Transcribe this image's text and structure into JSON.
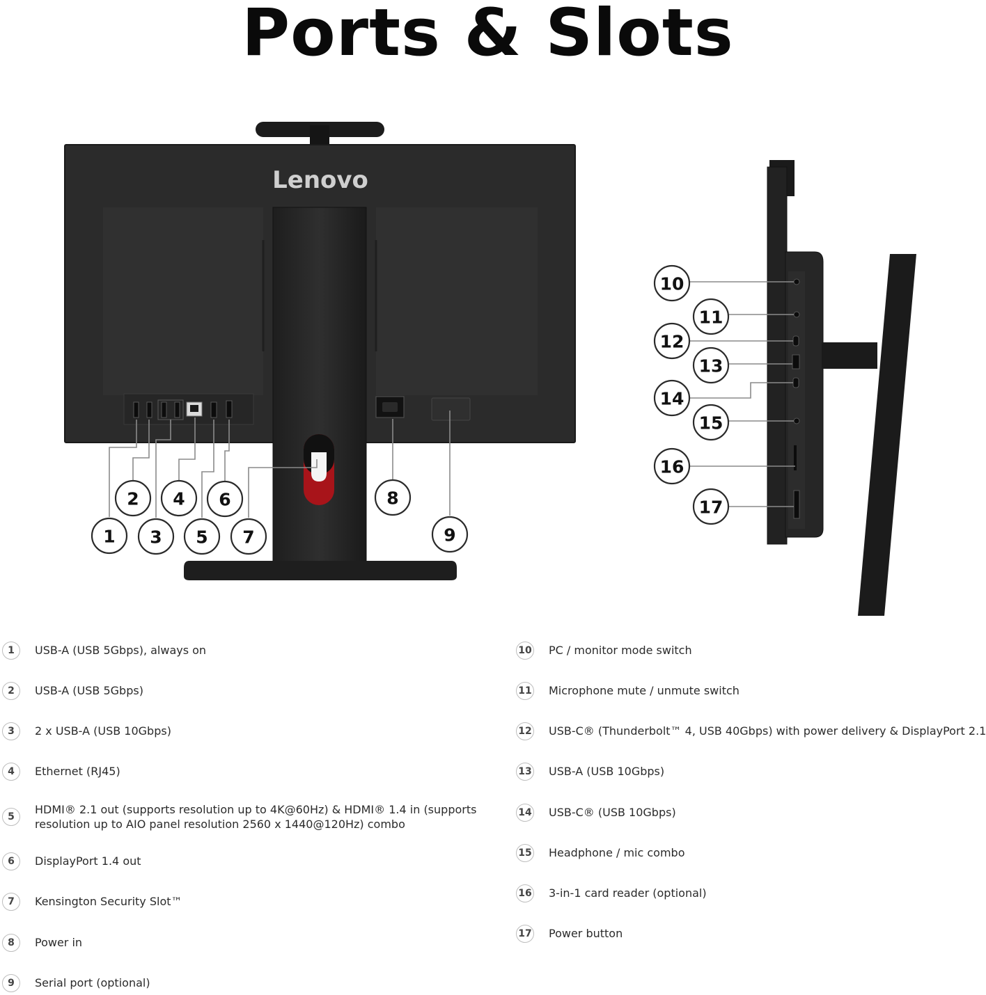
{
  "title": "Ports & Slots",
  "brand": "Lenovo",
  "colors": {
    "body": "#2b2b2b",
    "accent_red": "#b51a1a",
    "callout_border": "#2a2a2a",
    "leader_line": "#8a8a8a"
  },
  "ports": [
    {
      "number": "1",
      "label": "USB-A (USB 5Gbps), always on"
    },
    {
      "number": "2",
      "label": "USB-A (USB 5Gbps)"
    },
    {
      "number": "3",
      "label": "2 x USB-A (USB 10Gbps)"
    },
    {
      "number": "4",
      "label": "Ethernet (RJ45)"
    },
    {
      "number": "5",
      "label": "HDMI® 2.1 out (supports resolution up to 4K@60Hz) & HDMI® 1.4 in (supports resolution up to AIO panel resolution 2560 x 1440@120Hz) combo"
    },
    {
      "number": "6",
      "label": "DisplayPort 1.4 out"
    },
    {
      "number": "7",
      "label": "Kensington Security Slot™"
    },
    {
      "number": "8",
      "label": "Power in"
    },
    {
      "number": "9",
      "label": "Serial port (optional)"
    },
    {
      "number": "10",
      "label": "PC / monitor mode switch"
    },
    {
      "number": "11",
      "label": "Microphone mute / unmute switch"
    },
    {
      "number": "12",
      "label": "USB-C® (Thunderbolt™ 4, USB 40Gbps) with power delivery & DisplayPort 2.1"
    },
    {
      "number": "13",
      "label": "USB-A (USB 10Gbps)"
    },
    {
      "number": "14",
      "label": "USB-C® (USB 10Gbps)"
    },
    {
      "number": "15",
      "label": "Headphone / mic combo"
    },
    {
      "number": "16",
      "label": "3-in-1 card reader (optional)"
    },
    {
      "number": "17",
      "label": "Power button"
    }
  ]
}
